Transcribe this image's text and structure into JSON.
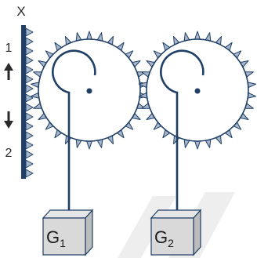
{
  "diagram": {
    "rack_label": "X",
    "direction_up_label": "1",
    "direction_down_label": "2",
    "weights": [
      {
        "letter": "G",
        "subscript": "1"
      },
      {
        "letter": "G",
        "subscript": "2"
      }
    ],
    "gear_teeth": 30,
    "colors": {
      "line": "#1f3f66",
      "teeth": "#a9b7cc",
      "gear_fill": "#ffffff",
      "box_fill": "#d9d9d9",
      "box_top": "#e6e6e6",
      "box_side": "#bcbcbc",
      "text": "#2a2a2a",
      "watermark": "#eeeeee"
    }
  }
}
